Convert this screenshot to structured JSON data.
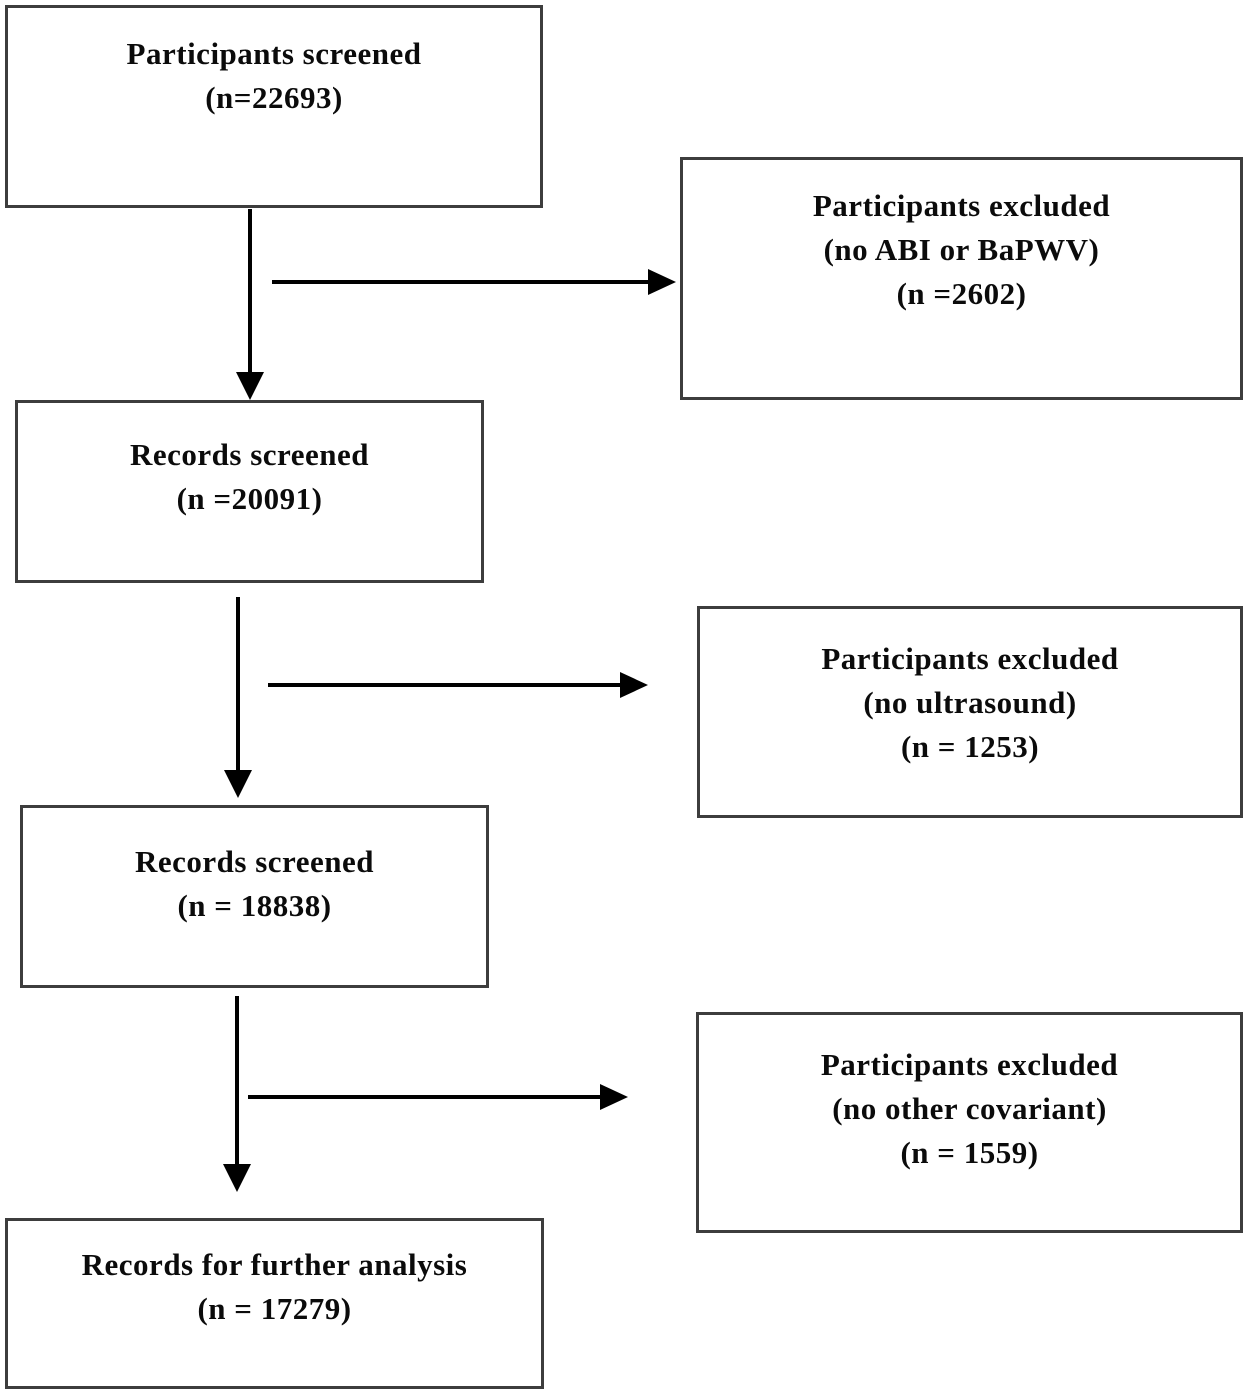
{
  "boxes": {
    "screened": {
      "lines": [
        "Participants screened",
        "(n=22693)"
      ]
    },
    "excluded_abi": {
      "lines": [
        "Participants excluded",
        "(no ABI or BaPWV)",
        "(n =2602)"
      ]
    },
    "records_1": {
      "lines": [
        "Records screened",
        "(n =20091)"
      ]
    },
    "excluded_ultrasound": {
      "lines": [
        "Participants excluded",
        "(no ultrasound)",
        "(n = 1253)"
      ]
    },
    "records_2": {
      "lines": [
        "Records screened",
        "(n = 18838)"
      ]
    },
    "excluded_covariant": {
      "lines": [
        "Participants excluded",
        "(no other covariant)",
        "(n = 1559)"
      ]
    },
    "final": {
      "lines": [
        "Records for further analysis",
        "(n = 17279)"
      ]
    }
  },
  "colors": {
    "background": "#ffffff",
    "box_border": "#3d3d3d",
    "arrow": "#000000",
    "text": "#0b0b0b"
  }
}
